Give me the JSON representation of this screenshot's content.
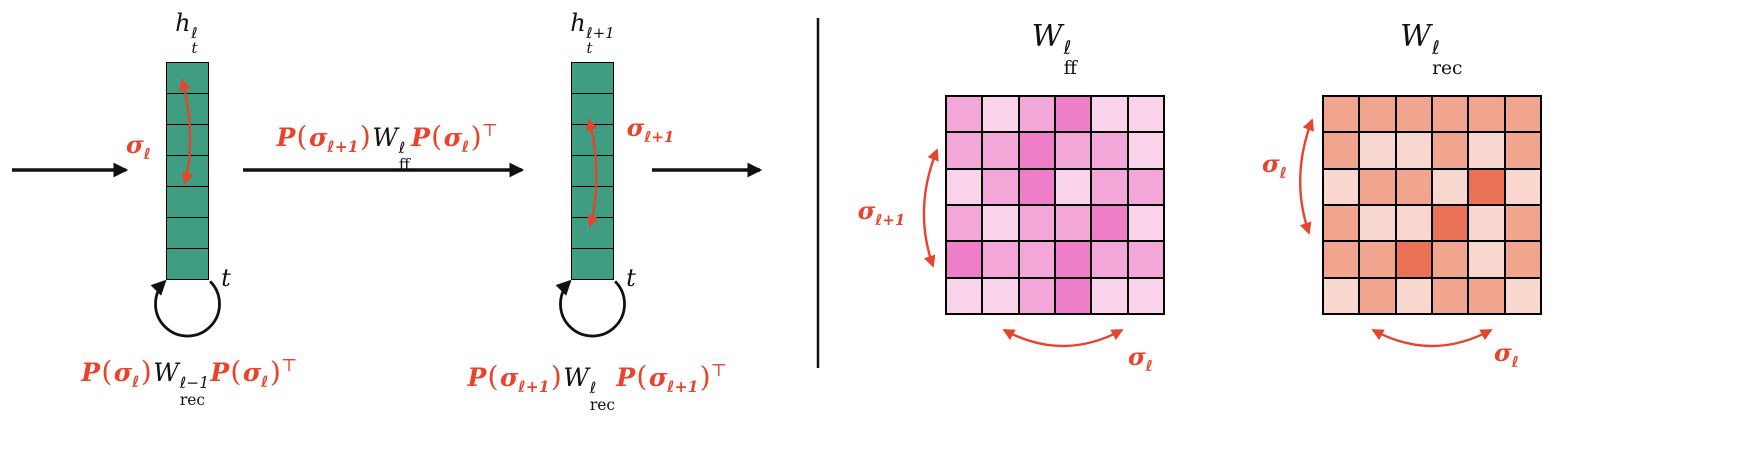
{
  "colors": {
    "accent": "#e8432b",
    "green": "#3f9e82",
    "pink_shades": [
      "#f8d3ea",
      "#f3a6d8",
      "#ee7ec7"
    ],
    "red_shades": [
      "#f8d8ce",
      "#f1a48e",
      "#ea7257"
    ]
  },
  "left": {
    "h1_label": [
      {
        "text": "h",
        "sup": "ℓ",
        "sub": "t"
      }
    ],
    "h2_label": [
      {
        "text": "h",
        "sup": "ℓ+1",
        "sub": "t"
      }
    ],
    "sigma_label_1": [
      {
        "text": "σ",
        "sub": "ℓ",
        "variant": "bold"
      }
    ],
    "sigma_label_2": [
      {
        "text": "σ",
        "sub": "ℓ+1",
        "variant": "bold"
      }
    ],
    "t_label": "t",
    "column_cell_count": 7,
    "ff_formula": [
      {
        "text": "P",
        "variant": "bold"
      },
      {
        "text": "(",
        "variant": "paren"
      },
      {
        "text": "σ",
        "sub": "ℓ+1",
        "variant": "bold"
      },
      {
        "text": ")",
        "variant": "paren"
      },
      {
        "text": "W",
        "sup": "ℓ",
        "sub": "ff",
        "rm": true,
        "variant": "plain"
      },
      {
        "text": "P",
        "variant": "bold"
      },
      {
        "text": "(",
        "variant": "paren"
      },
      {
        "text": "σ",
        "sub": "ℓ",
        "variant": "bold"
      },
      {
        "text": ")",
        "sup": "⊤",
        "variant": "paren"
      }
    ],
    "rec_formula_left": [
      {
        "text": "P",
        "variant": "bold"
      },
      {
        "text": "(",
        "variant": "paren"
      },
      {
        "text": "σ",
        "sub": "ℓ",
        "variant": "bold"
      },
      {
        "text": ")",
        "variant": "paren"
      },
      {
        "text": "W",
        "sup": "ℓ−1",
        "sub": "rec",
        "rm": true,
        "variant": "plain"
      },
      {
        "text": "P",
        "variant": "bold"
      },
      {
        "text": "(",
        "variant": "paren"
      },
      {
        "text": "σ",
        "sub": "ℓ",
        "variant": "bold"
      },
      {
        "text": ")",
        "sup": "⊤",
        "variant": "paren"
      }
    ],
    "rec_formula_right": [
      {
        "text": "P",
        "variant": "bold"
      },
      {
        "text": "(",
        "variant": "paren"
      },
      {
        "text": "σ",
        "sub": "ℓ+1",
        "variant": "bold"
      },
      {
        "text": ")",
        "variant": "paren"
      },
      {
        "text": "W",
        "sup": "ℓ",
        "sub": "rec",
        "rm": true,
        "variant": "plain"
      },
      {
        "text": "P",
        "variant": "bold"
      },
      {
        "text": "(",
        "variant": "paren"
      },
      {
        "text": "σ",
        "sub": "ℓ+1",
        "variant": "bold"
      },
      {
        "text": ")",
        "sup": "⊤",
        "variant": "paren"
      }
    ]
  },
  "right": {
    "ff_matrix": {
      "title": [
        {
          "text": "W",
          "sup": "ℓ",
          "sub": "ff",
          "rm": true
        }
      ],
      "row_sigma": [
        {
          "text": "σ",
          "sub": "ℓ+1",
          "variant": "bold"
        }
      ],
      "col_sigma": [
        {
          "text": "σ",
          "sub": "ℓ",
          "variant": "bold"
        }
      ],
      "cells": [
        [
          1,
          0,
          1,
          2,
          0,
          0
        ],
        [
          1,
          1,
          2,
          1,
          1,
          0
        ],
        [
          0,
          1,
          2,
          0,
          1,
          1
        ],
        [
          1,
          0,
          1,
          1,
          2,
          0
        ],
        [
          2,
          1,
          1,
          2,
          1,
          1
        ],
        [
          0,
          0,
          1,
          2,
          0,
          0
        ]
      ]
    },
    "rec_matrix": {
      "title": [
        {
          "text": "W",
          "sup": "ℓ",
          "sub": "rec",
          "rm": true
        }
      ],
      "row_sigma": [
        {
          "text": "σ",
          "sub": "ℓ",
          "variant": "bold"
        }
      ],
      "col_sigma": [
        {
          "text": "σ",
          "sub": "ℓ",
          "variant": "bold"
        }
      ],
      "cells": [
        [
          1,
          1,
          1,
          1,
          1,
          1
        ],
        [
          1,
          0,
          0,
          1,
          0,
          1
        ],
        [
          0,
          1,
          1,
          0,
          2,
          0
        ],
        [
          1,
          0,
          0,
          2,
          0,
          1
        ],
        [
          1,
          1,
          2,
          1,
          0,
          1
        ],
        [
          0,
          1,
          0,
          1,
          1,
          0
        ]
      ]
    }
  }
}
